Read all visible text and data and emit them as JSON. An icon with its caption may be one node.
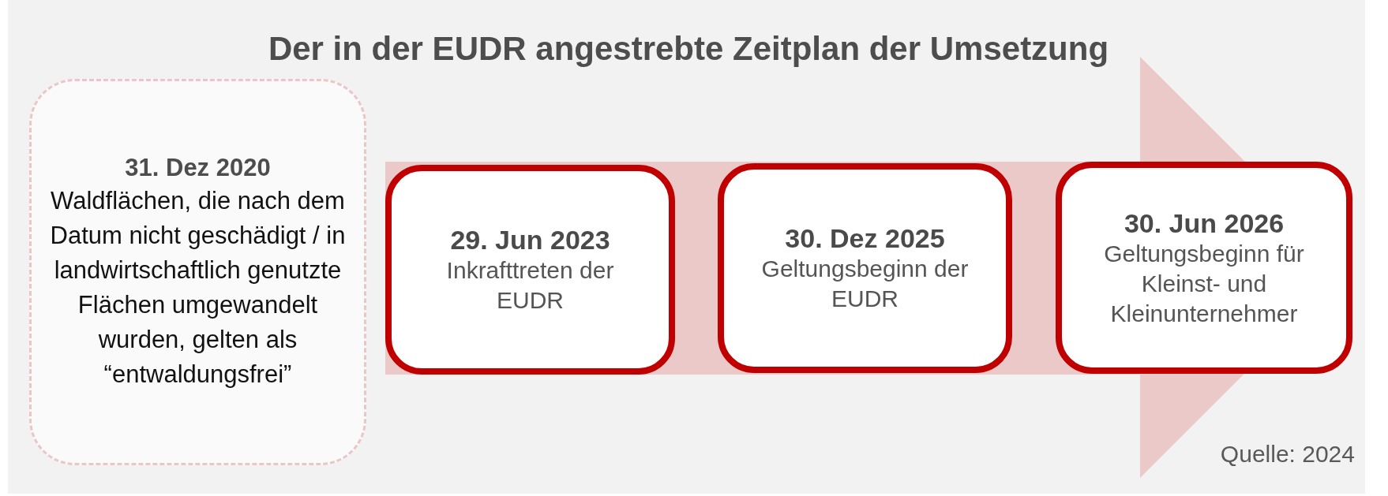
{
  "diagram": {
    "title": "Der in der EUDR angestrebte Zeitplan der Umsetzung",
    "nodes": [
      {
        "text": [
          "31. Dez 2020",
          "Waldflächen, die nach dem Datum nicht geschädigt / in landwirtschaftlich genutzte Flächen umgewandelt wurden, gelten als “entwaldungsfrei”"
        ]
      },
      {
        "text": [],
        "shape": "arrow"
      },
      {
        "text": [
          "29. Jun 2023",
          "Inkrafttreten der EUDR"
        ],
        "in": 1
      },
      {
        "text": [
          "30. Dez 2025",
          "Geltungsbeginn der EUDR"
        ],
        "in": 1
      },
      {
        "text": [
          "30. Jun 2026",
          "Geltungsbeginn für Kleinst- und Kleinunternehmer"
        ],
        "in": 1
      }
    ],
    "labels": [
      "Quelle: 2024"
    ]
  }
}
